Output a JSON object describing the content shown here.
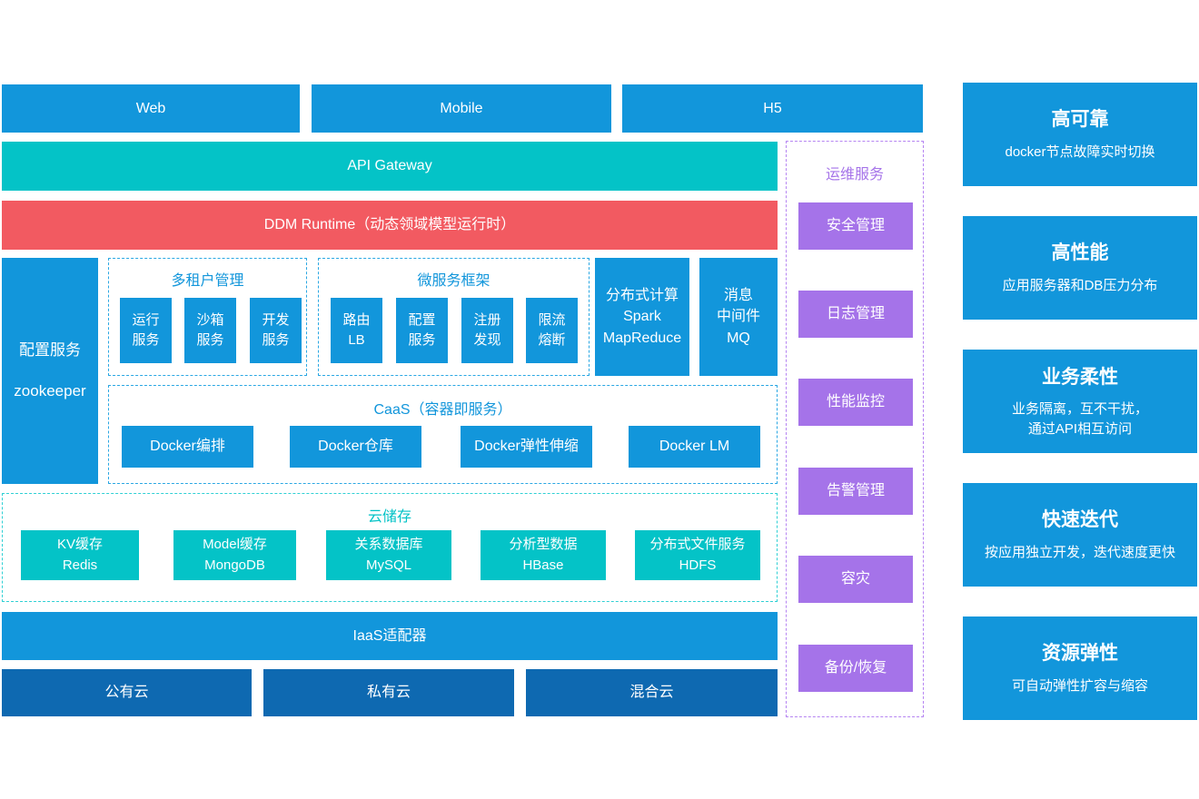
{
  "palette": {
    "blue": "#1296db",
    "teal": "#04c3c7",
    "red": "#f25a61",
    "deep_blue": "#0e69b1",
    "purple": "#a573e9"
  },
  "top": {
    "items": [
      "Web",
      "Mobile",
      "H5"
    ]
  },
  "api_gateway": {
    "label": "API Gateway"
  },
  "ddm_runtime": {
    "label": "DDM Runtime（动态领域模型运行时）"
  },
  "config_service": {
    "line1": "配置服务",
    "line2": "zookeeper"
  },
  "multi_tenant": {
    "title": "多租户管理",
    "items": [
      "运行\n服务",
      "沙箱\n服务",
      "开发\n服务"
    ]
  },
  "microservice": {
    "title": "微服务框架",
    "items": [
      "路由\nLB",
      "配置\n服务",
      "注册\n发现",
      "限流\n熔断"
    ]
  },
  "compute": {
    "label": "分布式计算\nSpark\nMapReduce"
  },
  "mq": {
    "label": "消息\n中间件\nMQ"
  },
  "caas": {
    "title": "CaaS（容器即服务）",
    "items": [
      "Docker编排",
      "Docker仓库",
      "Docker弹性伸缩",
      "Docker LM"
    ]
  },
  "cloud_storage": {
    "title": "云储存",
    "items": [
      "KV缓存\nRedis",
      "Model缓存\nMongoDB",
      "关系数据库\nMySQL",
      "分析型数据\nHBase",
      "分布式文件服务\nHDFS"
    ]
  },
  "iaas": {
    "label": "IaaS适配器"
  },
  "clouds": {
    "items": [
      "公有云",
      "私有云",
      "混合云"
    ]
  },
  "ops": {
    "title": "运维服务",
    "items": [
      "安全管理",
      "日志管理",
      "性能监控",
      "告警管理",
      "容灾",
      "备份/恢复"
    ]
  },
  "features": [
    {
      "title": "高可靠",
      "desc": "docker节点故障实时切换"
    },
    {
      "title": "高性能",
      "desc": "应用服务器和DB压力分布"
    },
    {
      "title": "业务柔性",
      "desc": "业务隔离，互不干扰，\n通过API相互访问"
    },
    {
      "title": "快速迭代",
      "desc": "按应用独立开发，迭代速度更快"
    },
    {
      "title": "资源弹性",
      "desc": "可自动弹性扩容与缩容"
    }
  ]
}
